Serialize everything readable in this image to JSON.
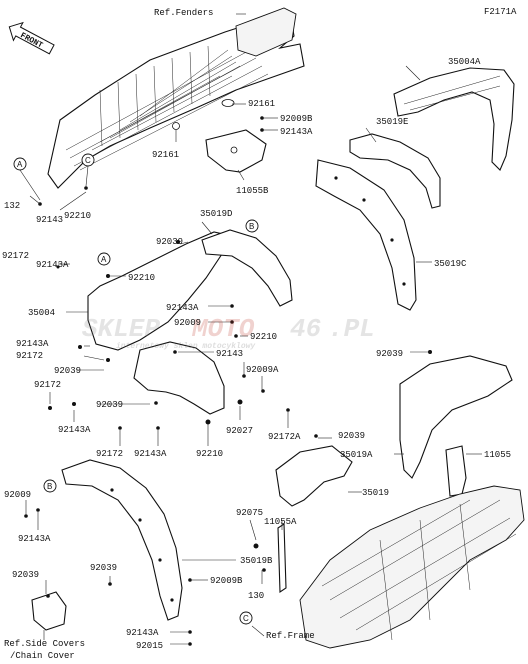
{
  "figure_code": "F2171A",
  "front_label": "FRONT",
  "callouts": {
    "ref_fenders": "Ref.Fenders",
    "ref_side_covers_line1": "Ref.Side Covers",
    "ref_side_covers_line2": "/Chain Cover",
    "ref_frame": "Ref.Frame"
  },
  "markers": {
    "a": "A",
    "b": "B",
    "c": "C"
  },
  "watermark": {
    "brand_a": "SKLEP",
    "brand_b": "MOTO",
    "brand_c": "46",
    "brand_d": ".PL",
    "tagline": "internetowy sklep motocyklowy"
  },
  "part_numbers": {
    "p35004A": "35004A",
    "p92161_top": "92161",
    "p92009B_top": "92009B",
    "p35019E": "35019E",
    "p92143A_top": "92143A",
    "p92161_left": "92161",
    "p11055B": "11055B",
    "p92143_left": "92143",
    "p92210_left": "92210",
    "p132": "132",
    "p35019D": "35019D",
    "p92039_mid": "92039",
    "p92172_a": "92172",
    "p92143A_left": "92143A",
    "p92210_mid": "92210",
    "p35019C": "35019C",
    "p35004": "35004",
    "p92143A_mid": "92143A",
    "p92009": "92009",
    "p92210_center": "92210",
    "p92143A_b": "92143A",
    "p92143_center": "92143",
    "p92172_b": "92172",
    "p92039_left": "92039",
    "p92039_right": "92039",
    "p92009A": "92009A",
    "p92172_c": "92172",
    "p92039_low": "92039",
    "p92143A_c": "92143A",
    "p92027": "92027",
    "p92172A": "92172A",
    "p92172_d": "92172",
    "p92143A_d": "92143A",
    "p92210_low": "92210",
    "p92039_r2": "92039",
    "p35019A": "35019A",
    "p11055": "11055",
    "p92009_low": "92009",
    "p35019": "35019",
    "p92143A_e": "92143A",
    "p92075": "92075",
    "p11055A": "11055A",
    "p35019B": "35019B",
    "p92039_bl": "92039",
    "p92039_b2": "92039",
    "p92009B_low": "92009B",
    "p130": "130",
    "p92143A_f": "92143A",
    "p92015": "92015"
  }
}
